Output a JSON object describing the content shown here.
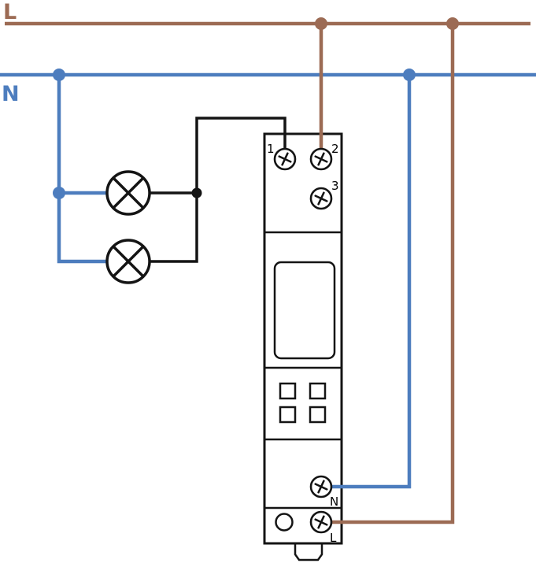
{
  "diagram": {
    "rails": {
      "line": "L",
      "neutral": "N"
    },
    "module": {
      "terminals": {
        "t1": "1",
        "t2": "2",
        "t3": "3",
        "neutral": "N",
        "line": "L"
      }
    },
    "colors": {
      "line_wire": "#9c6b54",
      "neutral_wire": "#4d7dbe",
      "switched_wire": "#141414",
      "background": "#ffffff"
    }
  }
}
